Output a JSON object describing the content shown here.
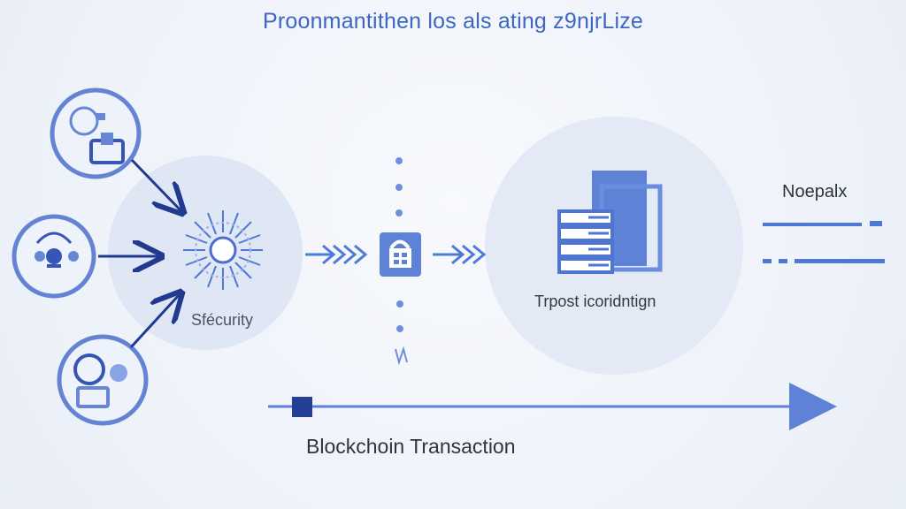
{
  "diagram": {
    "title": "Proonmantithen los als ating z9njrLize",
    "security_label": "Sfécurity",
    "trust_label": "Trpost icoridntign",
    "right_label": "Noepalx",
    "bottom_label": "Blockchoin Transaction"
  },
  "colors": {
    "primary": "#3d67c1",
    "dark_blue": "#213a8f",
    "light_circle": "#dfe6f4",
    "pale_circle": "#e8eef8",
    "accent": "#6f8fdb"
  }
}
